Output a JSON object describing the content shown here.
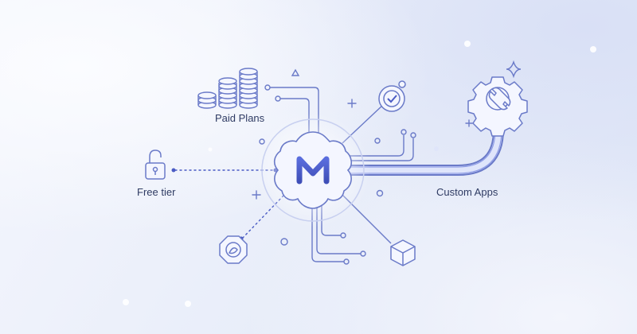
{
  "nodes": {
    "center": {
      "letter": "M",
      "icon": "brand-logo-icon"
    },
    "paid_plans": {
      "label": "Paid Plans",
      "icon": "coin-stacks-icon"
    },
    "free_tier": {
      "label": "Free tier",
      "icon": "unlocked-padlock-icon"
    },
    "custom_apps": {
      "label": "Custom Apps",
      "icon": "gear-wrench-icon"
    },
    "check": {
      "icon": "checkmark-circle-icon"
    },
    "cube": {
      "icon": "cube-icon"
    },
    "badge": {
      "icon": "octagon-badge-icon"
    }
  },
  "colors": {
    "stroke": "#6a7ac8",
    "accent": "#4a5bc4",
    "text": "#2f3b63"
  }
}
